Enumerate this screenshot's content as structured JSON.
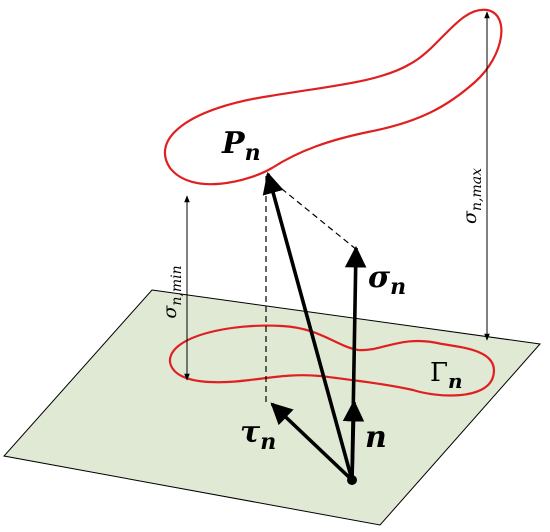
{
  "labels": {
    "P_main": "P",
    "P_sub": "n",
    "sigma_main": "σ",
    "sigma_sub": "n",
    "tau_main": "τ",
    "tau_sub": "n",
    "n_vec": "n",
    "gamma_main": "Γ",
    "gamma_sub": "n",
    "sigma_min_main": "σ",
    "sigma_min_sub": "n,min",
    "sigma_max_main": "σ",
    "sigma_max_sub": "n,max"
  },
  "colors": {
    "plane_fill": "#dfe9d4",
    "curve": "#e02020",
    "ink": "#000000"
  }
}
